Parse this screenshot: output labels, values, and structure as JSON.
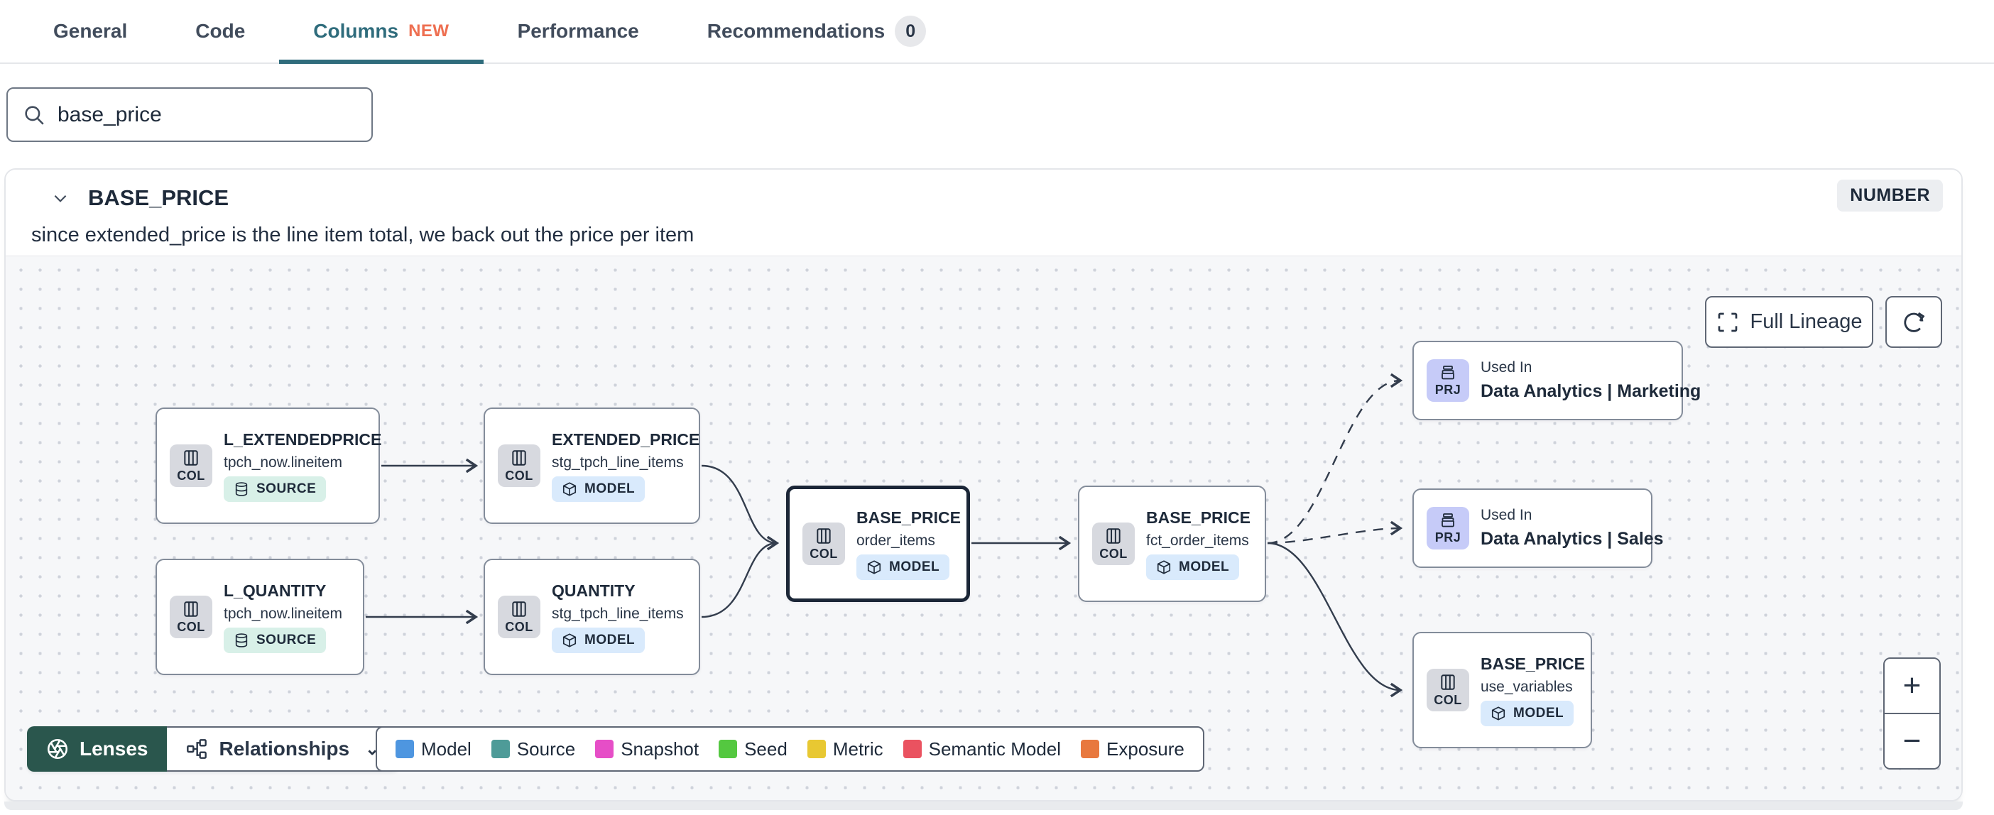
{
  "tabs": {
    "items": [
      {
        "label": "General"
      },
      {
        "label": "Code"
      },
      {
        "label": "Columns",
        "badge": "NEW"
      },
      {
        "label": "Performance"
      },
      {
        "label": "Recommendations",
        "count": "0"
      }
    ]
  },
  "search": {
    "value": "base_price"
  },
  "column_panel": {
    "name": "BASE_PRICE",
    "type_badge": "NUMBER",
    "description": "since extended_price is the line item total, we back out the price per item"
  },
  "lineage": {
    "controls": {
      "full_lineage_label": "Full Lineage",
      "zoom_in_label": "+",
      "zoom_out_label": "−"
    },
    "toolbar": {
      "lenses_label": "Lenses",
      "relationships_label": "Relationships",
      "relationships_chevron": "⌄"
    },
    "legend": {
      "items": [
        {
          "label": "Model",
          "color": "#4e96e0"
        },
        {
          "label": "Source",
          "color": "#4e9b98"
        },
        {
          "label": "Snapshot",
          "color": "#e64ec7"
        },
        {
          "label": "Seed",
          "color": "#54c840"
        },
        {
          "label": "Metric",
          "color": "#e8c832"
        },
        {
          "label": "Semantic Model",
          "color": "#ea5260"
        },
        {
          "label": "Exposure",
          "color": "#e8783e"
        }
      ]
    },
    "nodes": [
      {
        "chip": "COL",
        "title": "L_EXTENDEDPRICE",
        "subtitle": "tpch_now.lineitem",
        "badge": "SOURCE"
      },
      {
        "chip": "COL",
        "title": "L_QUANTITY",
        "subtitle": "tpch_now.lineitem",
        "badge": "SOURCE"
      },
      {
        "chip": "COL",
        "title": "EXTENDED_PRICE",
        "subtitle": "stg_tpch_line_items",
        "badge": "MODEL"
      },
      {
        "chip": "COL",
        "title": "QUANTITY",
        "subtitle": "stg_tpch_line_items",
        "badge": "MODEL"
      },
      {
        "chip": "COL",
        "title": "BASE_PRICE",
        "subtitle": "order_items",
        "badge": "MODEL"
      },
      {
        "chip": "COL",
        "title": "BASE_PRICE",
        "subtitle": "fct_order_items",
        "badge": "MODEL"
      },
      {
        "chip": "PRJ",
        "kicker": "Used In",
        "title": "Data Analytics | Marketing"
      },
      {
        "chip": "PRJ",
        "kicker": "Used In",
        "title": "Data Analytics | Sales"
      },
      {
        "chip": "COL",
        "title": "BASE_PRICE",
        "subtitle": "use_variables",
        "badge": "MODEL"
      }
    ],
    "colors": {
      "active_tab_teal": "#2f6c7c",
      "new_badge_orange": "#ee6f51",
      "lenses_green": "#2a564d",
      "edge": "#333d4d"
    }
  }
}
